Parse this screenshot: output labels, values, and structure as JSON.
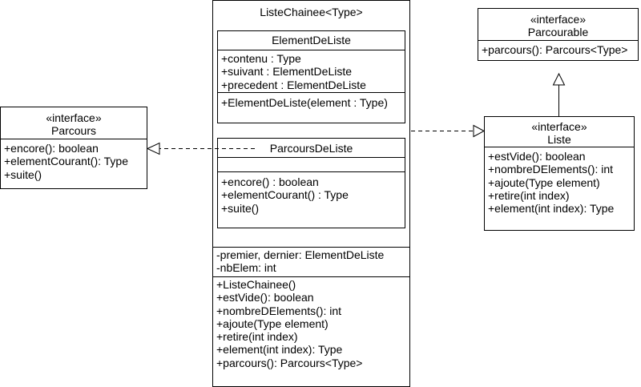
{
  "colors": {
    "stroke": "#000000",
    "fill": "#ffffff",
    "text": "#000000"
  },
  "classes": {
    "parcours": {
      "stereotype": "«interface»",
      "name": "Parcours",
      "methods": [
        "+encore(): boolean",
        "+elementCourant(): Type",
        "+suite()"
      ]
    },
    "listeChainee": {
      "name": "ListeChainee<Type>",
      "nested": {
        "elementDeListe": {
          "name": "ElementDeListe",
          "attributes": [
            "+contenu : Type",
            "+suivant : ElementDeListe",
            "+precedent : ElementDeListe"
          ],
          "methods": [
            "+ElementDeListe(element : Type)"
          ]
        },
        "parcoursDeListe": {
          "name": "ParcoursDeListe",
          "attributes": [],
          "methods": [
            "+encore() : boolean",
            "+elementCourant() : Type",
            "+suite()"
          ]
        }
      },
      "attributes": [
        "-premier, dernier: ElementDeListe",
        "-nbElem: int"
      ],
      "methods": [
        "+ListeChainee()",
        "+estVide(): boolean",
        "+nombreDElements(): int",
        "+ajoute(Type element)",
        "+retire(int index)",
        "+element(int index): Type",
        "+parcours(): Parcours<Type>"
      ]
    },
    "parcourable": {
      "stereotype": "«interface»",
      "name": "Parcourable",
      "methods": [
        "+parcours(): Parcours<Type>"
      ]
    },
    "liste": {
      "stereotype": "«interface»",
      "name": "Liste",
      "methods": [
        "+estVide(): boolean",
        "+nombreDElements(): int",
        "+ajoute(Type element)",
        "+retire(int index)",
        "+element(int index): Type"
      ]
    }
  }
}
